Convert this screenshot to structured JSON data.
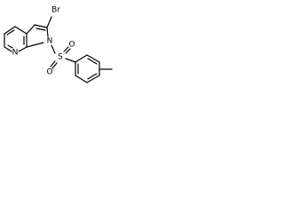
{
  "molecule": {
    "atoms": {
      "br": "Br",
      "n_ring": "N",
      "n_pyridine": "N",
      "s": "S",
      "o_top": "O",
      "o_bottom": "O"
    }
  }
}
